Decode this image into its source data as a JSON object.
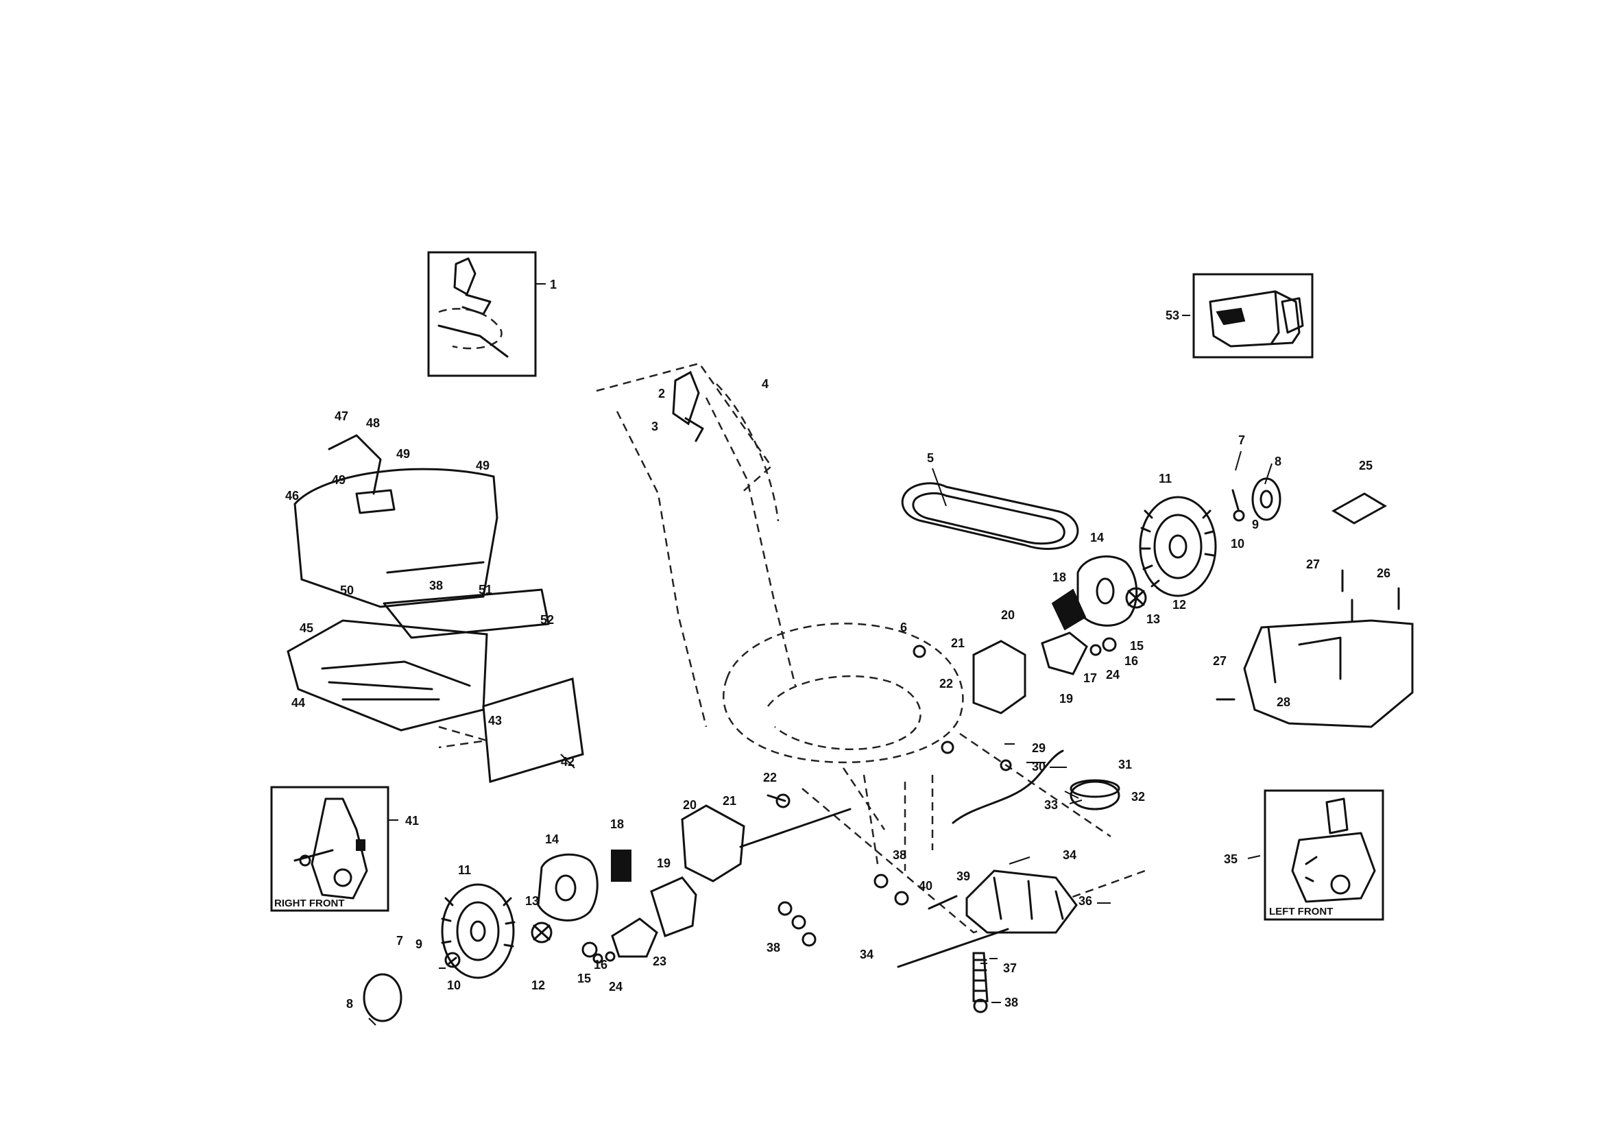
{
  "insets": {
    "right_front": "RIGHT FRONT",
    "left_front": "LEFT FRONT"
  },
  "callouts": {
    "c1": "1",
    "c2": "2",
    "c3": "3",
    "c4": "4",
    "c5": "5",
    "c6": "6",
    "c7": "7",
    "c8": "8",
    "c9": "9",
    "c10": "10",
    "c11": "11",
    "c12": "12",
    "c13": "13",
    "c14": "14",
    "c15": "15",
    "c16": "16",
    "c17": "17",
    "c18": "18",
    "c19": "19",
    "c20": "20",
    "c21": "21",
    "c22": "22",
    "c23": "23",
    "c24": "24",
    "c25": "25",
    "c26": "26",
    "c27": "27",
    "c28": "28",
    "c29": "29",
    "c30": "30",
    "c31": "31",
    "c32": "32",
    "c33": "33",
    "c34": "34",
    "c35": "35",
    "c36": "36",
    "c37": "37",
    "c38": "38",
    "c39": "39",
    "c40": "40",
    "c41": "41",
    "c42": "42",
    "c43": "43",
    "c44": "44",
    "c45": "45",
    "c46": "46",
    "c47": "47",
    "c48": "48",
    "c49": "49",
    "c50": "50",
    "c51": "51",
    "c52": "52",
    "c53": "53"
  }
}
